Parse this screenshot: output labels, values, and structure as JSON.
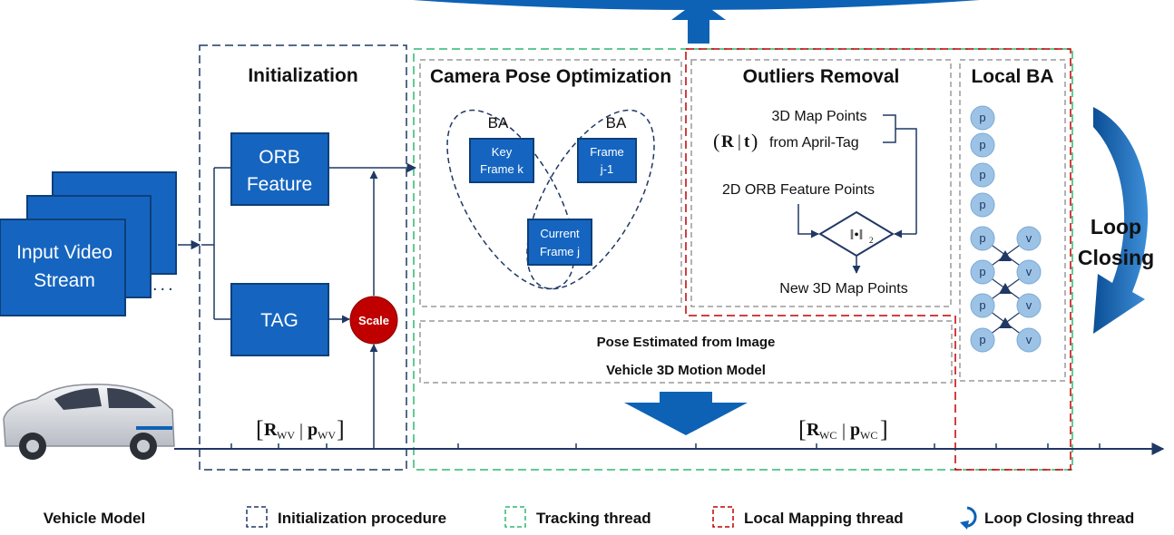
{
  "colors": {
    "dark_blue": "#1f3864",
    "box_blue": "#1565c0",
    "box_border": "#0d3f7a",
    "init_border": "#1f3864",
    "tracking_border": "#2eb872",
    "mapping_border": "#c00000",
    "gray_border": "#9a9a9a",
    "scale_red": "#c00000",
    "node_fill": "#9cc3e6",
    "node_text": "#1f3864",
    "arrow_blue": "#0d62b5"
  },
  "input": {
    "label_line1": "Input Video",
    "label_line2": "Stream",
    "ellipsis": "..."
  },
  "init": {
    "title": "Initialization",
    "orb_line1": "ORB",
    "orb_line2": "Feature",
    "tag": "TAG",
    "scale": "Scale",
    "pose_R": "R",
    "pose_R_sub": "WV",
    "pose_p": "p",
    "pose_p_sub": "WV"
  },
  "camera_pose": {
    "title": "Camera Pose Optimization",
    "ba_left": "BA",
    "ba_right": "BA",
    "keyframe_line1": "Key",
    "keyframe_line2": "Frame k",
    "frame_line1": "Frame",
    "frame_line2": "j-1",
    "current_line1": "Current",
    "current_line2": "Frame j"
  },
  "outliers": {
    "title": "Outliers Removal",
    "map_points": "3D Map Points",
    "rt_R": "R",
    "rt_t": "t",
    "from_april": "from April-Tag",
    "orb_points": "2D ORB Feature Points",
    "norm_sub": "2",
    "new_points": "New 3D Map Points"
  },
  "pose_panel": {
    "line1": "Pose Estimated from Image",
    "line2": "Vehicle 3D Motion Model"
  },
  "pose_wc": {
    "R": "R",
    "R_sub": "WC",
    "p": "p",
    "p_sub": "WC"
  },
  "local_ba": {
    "title": "Local BA",
    "p": "p",
    "v": "v"
  },
  "loop": {
    "line1": "Loop",
    "line2": "Closing"
  },
  "legend": {
    "vehicle_model": "Vehicle Model",
    "initialization": "Initialization procedure",
    "tracking": "Tracking thread",
    "mapping": "Local Mapping thread",
    "loop": "Loop Closing thread"
  }
}
